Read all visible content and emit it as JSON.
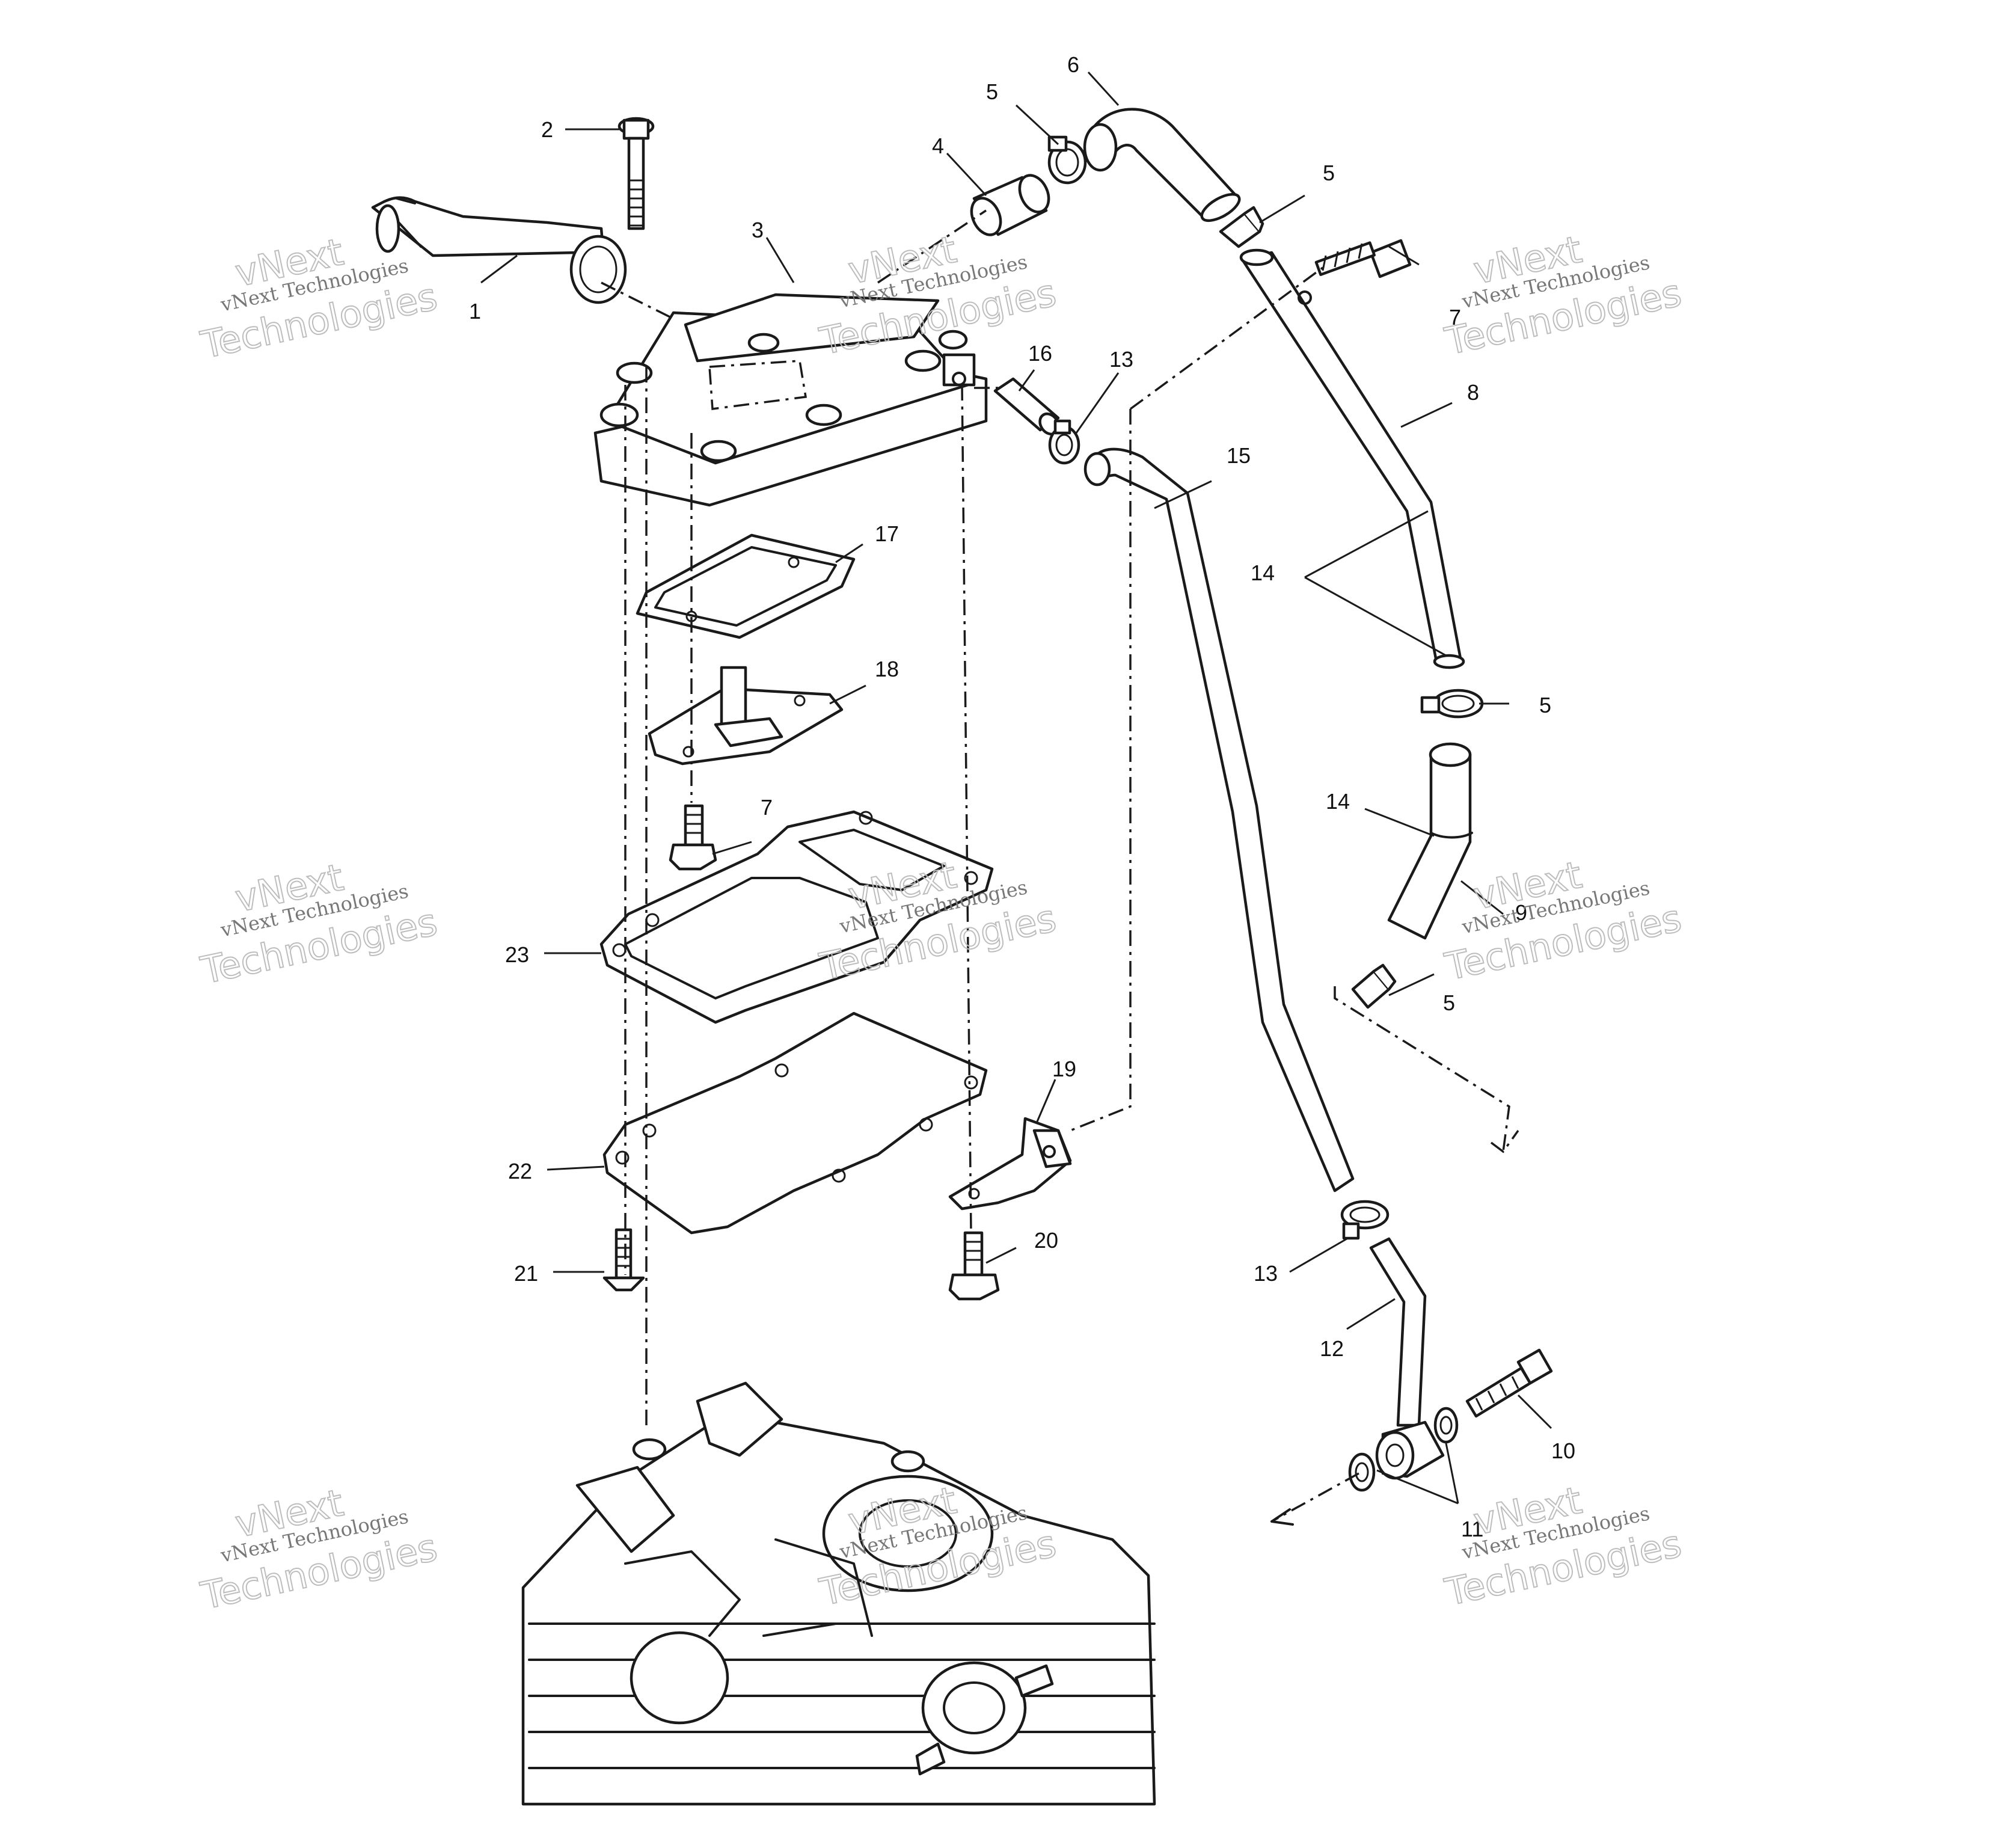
{
  "callouts": [
    {
      "id": "1",
      "text": "1"
    },
    {
      "id": "2",
      "text": "2"
    },
    {
      "id": "3",
      "text": "3"
    },
    {
      "id": "4",
      "text": "4"
    },
    {
      "id": "5a",
      "text": "5"
    },
    {
      "id": "6",
      "text": "6"
    },
    {
      "id": "5b",
      "text": "5"
    },
    {
      "id": "7a",
      "text": "7"
    },
    {
      "id": "8",
      "text": "8"
    },
    {
      "id": "16",
      "text": "16"
    },
    {
      "id": "13a",
      "text": "13"
    },
    {
      "id": "15",
      "text": "15"
    },
    {
      "id": "17",
      "text": "17"
    },
    {
      "id": "14a",
      "text": "14"
    },
    {
      "id": "18",
      "text": "18"
    },
    {
      "id": "5c",
      "text": "5"
    },
    {
      "id": "7b",
      "text": "7"
    },
    {
      "id": "14b",
      "text": "14"
    },
    {
      "id": "9",
      "text": "9"
    },
    {
      "id": "23",
      "text": "23"
    },
    {
      "id": "5d",
      "text": "5"
    },
    {
      "id": "19",
      "text": "19"
    },
    {
      "id": "22",
      "text": "22"
    },
    {
      "id": "20",
      "text": "20"
    },
    {
      "id": "21",
      "text": "21"
    },
    {
      "id": "13b",
      "text": "13"
    },
    {
      "id": "12",
      "text": "12"
    },
    {
      "id": "10",
      "text": "10"
    },
    {
      "id": "11",
      "text": "11"
    }
  ],
  "watermark": {
    "brand": "vNext",
    "company": "vNext Technologies",
    "word": "Technologies"
  }
}
